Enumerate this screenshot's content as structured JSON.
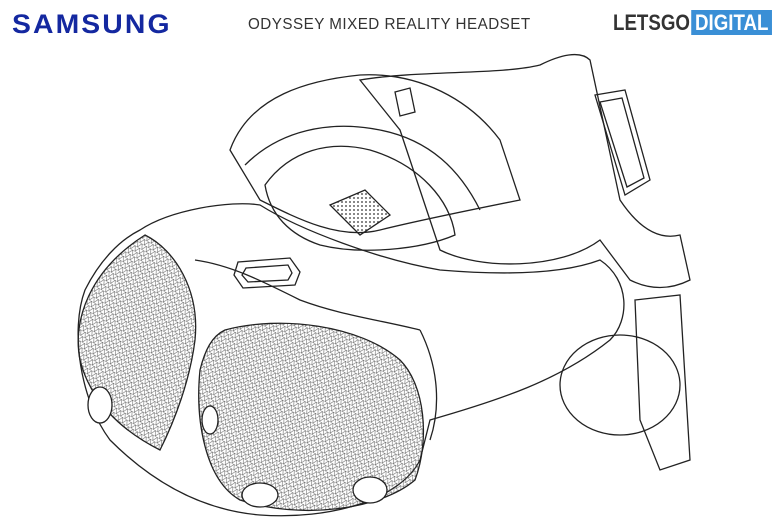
{
  "header": {
    "brand_logo": "SAMSUNG",
    "title": "ODYSSEY MIXED REALITY HEADSET",
    "source_logo_part1": "LETSGO",
    "source_logo_part2": "DIGITAL"
  },
  "colors": {
    "samsung_blue": "#1428a0",
    "letsgo_blue": "#3a8fd6",
    "title_text": "#333333",
    "line": "#222222"
  }
}
